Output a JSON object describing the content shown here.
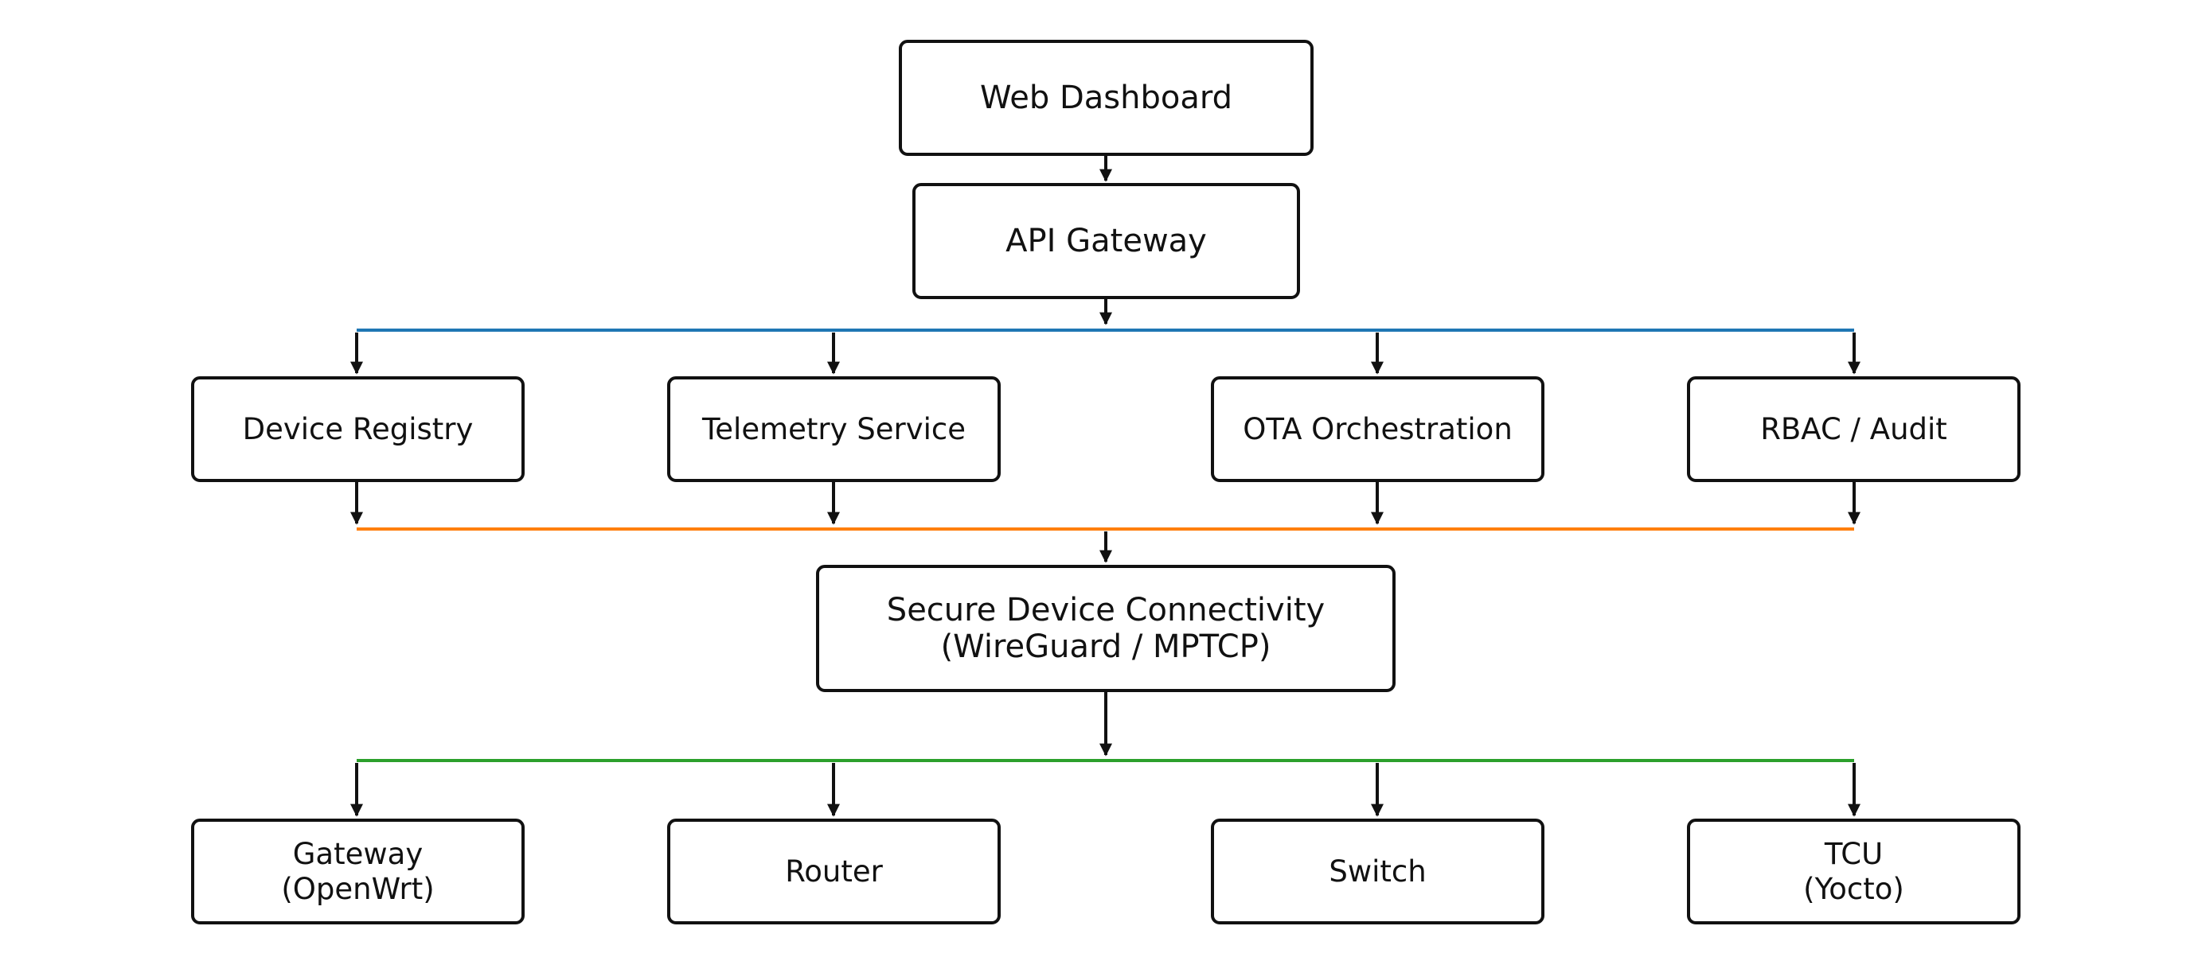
{
  "nodes": {
    "web_dashboard": {
      "lines": [
        "Web Dashboard"
      ]
    },
    "api_gateway": {
      "lines": [
        "API Gateway"
      ]
    },
    "device_registry": {
      "lines": [
        "Device Registry"
      ]
    },
    "telemetry_service": {
      "lines": [
        "Telemetry Service"
      ]
    },
    "ota_orchestration": {
      "lines": [
        "OTA Orchestration"
      ]
    },
    "rbac_audit": {
      "lines": [
        "RBAC / Audit"
      ]
    },
    "secure_connectivity": {
      "lines": [
        "Secure Device Connectivity",
        "(WireGuard / MPTCP)"
      ]
    },
    "gateway": {
      "lines": [
        "Gateway",
        "(OpenWrt)"
      ]
    },
    "router": {
      "lines": [
        "Router"
      ]
    },
    "switch": {
      "lines": [
        "Switch"
      ]
    },
    "tcu": {
      "lines": [
        "TCU",
        "(Yocto)"
      ]
    }
  },
  "edges": [
    {
      "from": "web_dashboard",
      "to": "api_gateway"
    },
    {
      "from": "api_gateway",
      "to": "service_bus"
    },
    {
      "from": "service_bus",
      "to": "device_registry"
    },
    {
      "from": "service_bus",
      "to": "telemetry_service"
    },
    {
      "from": "service_bus",
      "to": "ota_orchestration"
    },
    {
      "from": "service_bus",
      "to": "rbac_audit"
    },
    {
      "from": "device_registry",
      "to": "connectivity_bus"
    },
    {
      "from": "telemetry_service",
      "to": "connectivity_bus"
    },
    {
      "from": "ota_orchestration",
      "to": "connectivity_bus"
    },
    {
      "from": "rbac_audit",
      "to": "connectivity_bus"
    },
    {
      "from": "connectivity_bus",
      "to": "secure_connectivity"
    },
    {
      "from": "secure_connectivity",
      "to": "device_bus"
    },
    {
      "from": "device_bus",
      "to": "gateway"
    },
    {
      "from": "device_bus",
      "to": "router"
    },
    {
      "from": "device_bus",
      "to": "switch"
    },
    {
      "from": "device_bus",
      "to": "tcu"
    }
  ],
  "buses": {
    "service_bus": {
      "color": "#1f77b4"
    },
    "connectivity_bus": {
      "color": "#ff7f0e"
    },
    "device_bus": {
      "color": "#2ca02c"
    }
  },
  "colors": {
    "box_border": "#111111",
    "arrow": "#111111",
    "text": "#111111",
    "background": "#ffffff"
  }
}
